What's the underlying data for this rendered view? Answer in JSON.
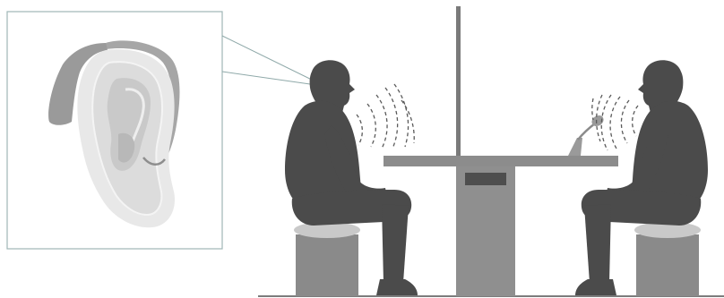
{
  "scene": {
    "inset": {
      "subject": "ear-with-hearing-aid"
    },
    "left_person": {
      "role": "listener",
      "wears": "hearing-aid"
    },
    "right_person": {
      "role": "speaker",
      "uses": "table-microphone"
    },
    "colors": {
      "person": "#4b4b4b",
      "furniture": "#8c8c8c",
      "stool_top": "#c9c9c9",
      "ear_skin": "#e6e6e6",
      "hearing_aid": "#9c9c9c",
      "inset_border": "#9fb6b6"
    }
  }
}
